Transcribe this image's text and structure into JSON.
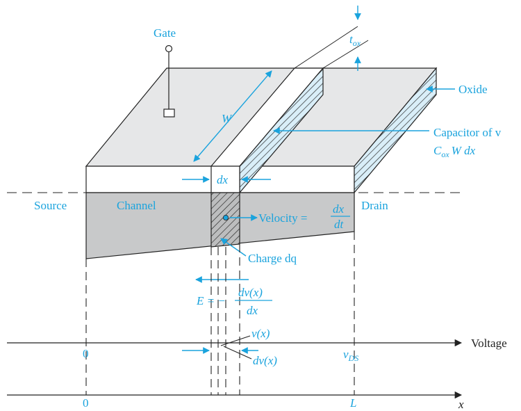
{
  "labels": {
    "gate": "Gate",
    "oxide": "Oxide",
    "capacitor_line1": "Capacitor of v",
    "capacitor_line2_c": "C",
    "capacitor_line2_sub": "ox",
    "capacitor_line2_rest": "W dx",
    "width": "W",
    "tox_t": "t",
    "tox_sub": "ox",
    "dx": "dx",
    "source": "Source",
    "channel": "Channel",
    "drain": "Drain",
    "velocity_text": "Velocity =",
    "velocity_num": "dx",
    "velocity_den": "dt",
    "charge": "Charge dq",
    "field_lhs": "E = −",
    "field_num": "dv(x)",
    "field_den": "dx",
    "vx": "v(x)",
    "dvx": "dv(x)",
    "voltage_axis": "Voltage",
    "voltage_zero": "0",
    "vds_v": "v",
    "vds_sub": "DS",
    "x_axis": "x",
    "x_zero": "0",
    "x_L": "L"
  },
  "colors": {
    "accent": "#1aa3dd",
    "ink": "#222222",
    "top_face": "#e6e7e8",
    "channel_fill": "#c8c9ca",
    "oxide_fill": "#d9eef8"
  }
}
